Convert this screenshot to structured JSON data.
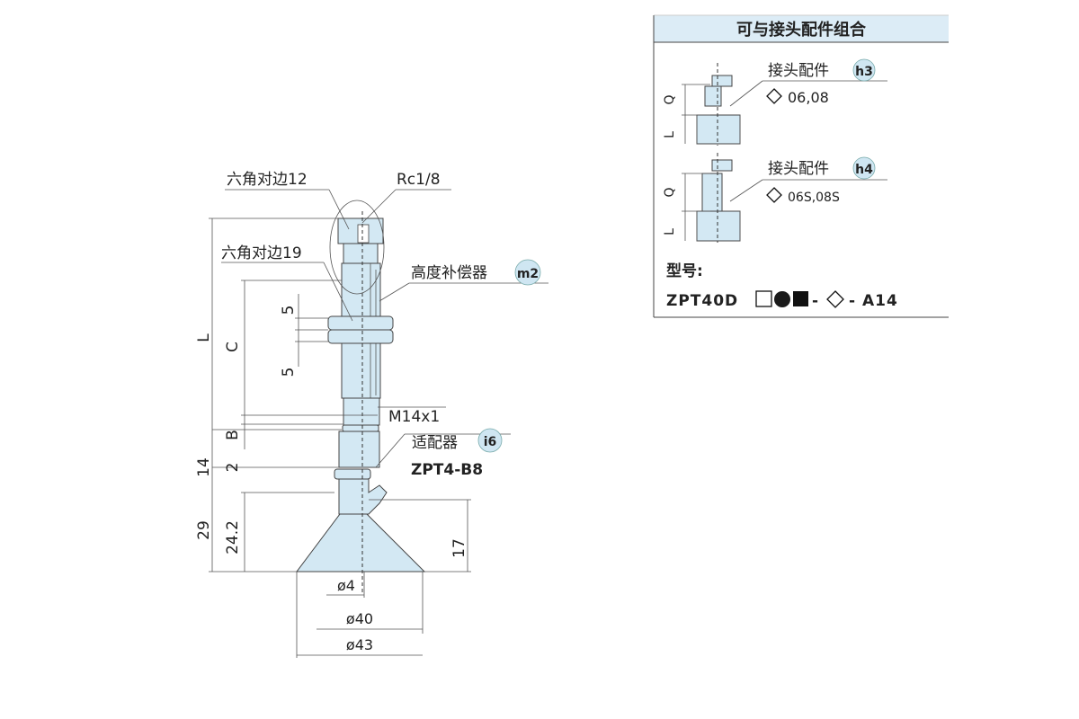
{
  "drawing": {
    "labels": {
      "hex12": "六角对边12",
      "rc": "Rc1/8",
      "hex19": "六角对边19",
      "compensator": "高度补偿器",
      "compensator_badge": "m2",
      "thread": "M14x1",
      "adapter": "适配器",
      "adapter_badge": "i6",
      "adapter_model": "ZPT4-B8"
    },
    "dims": {
      "L": "L",
      "C": "C",
      "five_top": "5",
      "five_bottom": "5",
      "B": "B",
      "d14": "14",
      "d2": "2",
      "d29": "29",
      "d24_2": "24.2",
      "d17": "17",
      "phi4": "ø4",
      "phi40": "ø40",
      "phi43": "ø43"
    }
  },
  "combo_box": {
    "title": "可与接头配件组合",
    "fitting1": {
      "label": "接头配件",
      "badge": "h3",
      "sizes": "06,08",
      "dim_q": "Q",
      "dim_l": "L"
    },
    "fitting2": {
      "label": "接头配件",
      "badge": "h4",
      "sizes": "06S,08S",
      "dim_q": "Q",
      "dim_l": "L"
    },
    "model_label": "型号:",
    "model_prefix": "ZPT40D",
    "model_sep1": "-",
    "model_suffix": "- A14"
  },
  "colors": {
    "part_fill": "#d3e8f3",
    "header_fill": "#dcecf6"
  }
}
